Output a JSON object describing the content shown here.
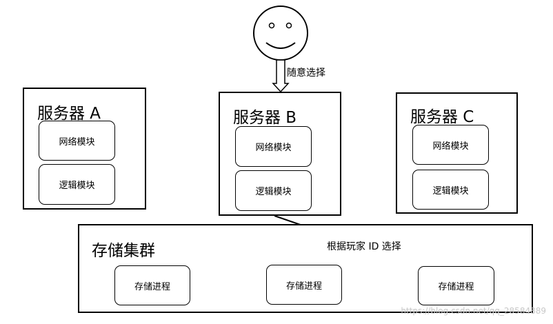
{
  "user": {
    "icon": "smiley-face-icon"
  },
  "arrows": {
    "random_label": "随意选择",
    "player_id_label": "根据玩家 ID 选择"
  },
  "servers": [
    {
      "title": "服务器 A",
      "network": "网络模块",
      "logic": "逻辑模块"
    },
    {
      "title": "服务器 B",
      "network": "网络模块",
      "logic": "逻辑模块"
    },
    {
      "title": "服务器 C",
      "network": "网络模块",
      "logic": "逻辑模块"
    }
  ],
  "storage": {
    "title": "存储集群",
    "processes": [
      "存储进程",
      "存储进程",
      "存储进程"
    ]
  },
  "watermark": "https://blog.csdn.net/qq_28584889"
}
